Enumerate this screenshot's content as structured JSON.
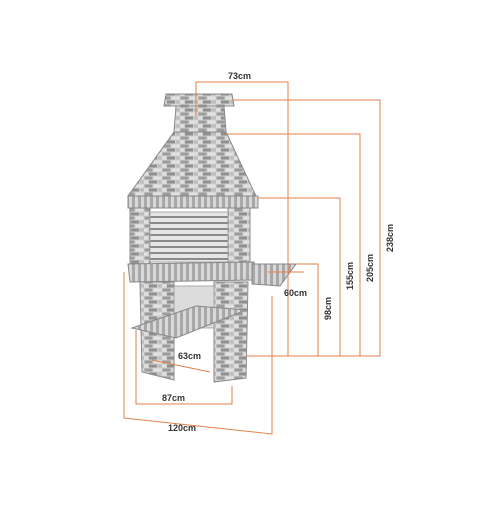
{
  "colors": {
    "dimension_line": "#e0824a",
    "brick_light": "#d9d9d9",
    "brick_mid": "#b4b4b4",
    "brick_dark": "#7c7c7c",
    "mortar": "#f2f2f2",
    "label": "#333333"
  },
  "dimensions": {
    "top_width": "73cm",
    "total_height": "238cm",
    "hood_height": "205cm",
    "firebox_height": "155cm",
    "counter_height": "98cm",
    "side_shelf": "60cm",
    "inner_width": "63cm",
    "base_width": "87cm",
    "total_width": "120cm"
  }
}
